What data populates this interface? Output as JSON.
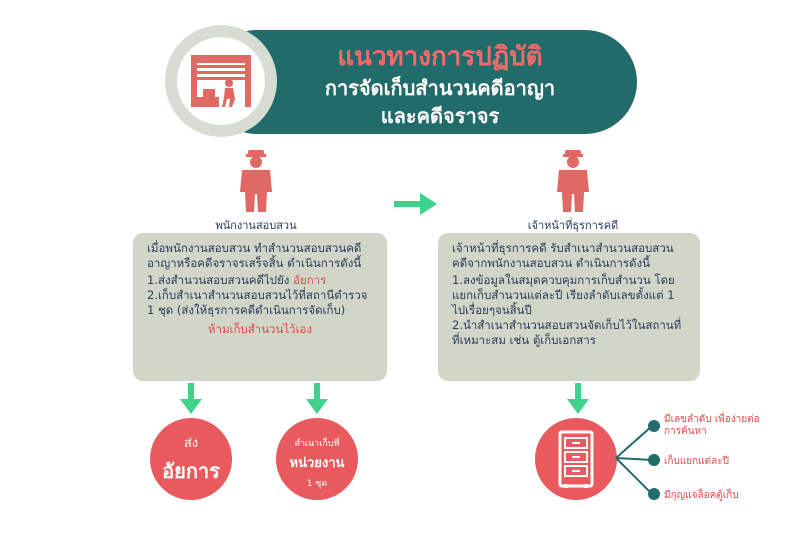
{
  "header": {
    "title": "แนวทางการปฏิบัติ",
    "subtitle_line1": "การจัดเก็บสำนวนคดีอาญา",
    "subtitle_line2": "และคดีจราจร"
  },
  "colors": {
    "banner": "#216b6b",
    "accent_red": "#e85a5e",
    "arrow_green": "#3ed28a",
    "box_bg": "#d2d6c8",
    "figure": "#e06a63"
  },
  "left_panel": {
    "role_label": "พนักงานสอบสวน",
    "intro": "เมื่อพนักงานสอบสวน ทำสำนวนสอบสวนคดีอาญาหรือคดีจราจรเสร็จสิ้น ดำเนินการดังนี้",
    "step1_prefix": "1.ส่งสำนวนสอบสวนคดีไปยัง",
    "step1_highlight": "อัยการ",
    "step2": "2.เก็บสำเนาสำนวนสอบสวนไว้ที่สถานีตำรวจ 1 ชุด (ส่งให้ธุรการคดีดำเนินการจัดเก็บ)",
    "warning": "ห้ามเก็บสำนวนไว้เอง"
  },
  "left_outcomes": {
    "circle1_line1": "ส่ง",
    "circle1_line2": "อัยการ",
    "circle2_line1": "สำเนาเก็บที่",
    "circle2_line2": "หน่วยงาน",
    "circle2_line3": "1 ชุด"
  },
  "right_panel": {
    "role_label": "เจ้าหน้าที่ธุรการคดี",
    "intro": "เจ้าหน้าที่ธุรการคดี รับสำเนาสำนวนสอบสวนคดีจากพนักงานสอบสวน ดำเนินการดังนี้",
    "step1": "1.ลงข้อมูลในสมุดควบคุมการเก็บสำนวน โดยแยกเก็บสำนวนแต่ละปี เรียงลำดับเลขตั้งแต่ 1 ไปเรื่อยๆจนสิ้นปี",
    "step2": "2.นำสำเนาสำนวนสอบสวนจัดเก็บไว้ในสถานที่ที่เหมาะสม เช่น ตู้เก็บเอกสาร"
  },
  "cabinet_features": [
    "มีเลขลำดับ เพื่อง่ายต่อการค้นหา",
    "เก็บแยกแต่ละปี",
    "มีกุญแจล็อคตู้เก็บ"
  ]
}
